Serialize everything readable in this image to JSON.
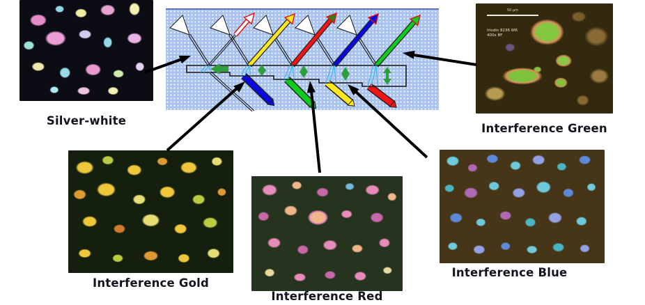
{
  "colors": {
    "diagram_bg": "#a9c2ee",
    "ray_blue": "#0a0ae0",
    "ray_green": "#0ecc1e",
    "ray_yellow": "#ffe81e",
    "ray_red": "#f01414",
    "ray_head_olive": "#3f7a1a",
    "marker_green": "#2f9e3f",
    "refraction_cyan": "#3ab6ea",
    "arrow_outline_red": "#e01010",
    "label_ink": "#14141f"
  },
  "micrographs": [
    {
      "id": "silver-white",
      "label": "Silver-white"
    },
    {
      "id": "interference-gold",
      "label": "Interference Gold"
    },
    {
      "id": "interference-red",
      "label": "Interference Red"
    },
    {
      "id": "interference-blue",
      "label": "Interference Blue"
    },
    {
      "id": "interference-green",
      "label": "Interference Green",
      "scale_bar_label": "50 µm",
      "annotation_line1": "Iriodin 8236 WR",
      "annotation_line2": "400x BF"
    }
  ],
  "diagram": {
    "incident_ray_count": 5,
    "reflected_ray_colors": [
      "white",
      "yellow",
      "red",
      "blue",
      "green"
    ],
    "transmitted_ray_colors": [
      "white",
      "blue",
      "green",
      "yellow",
      "red"
    ]
  }
}
